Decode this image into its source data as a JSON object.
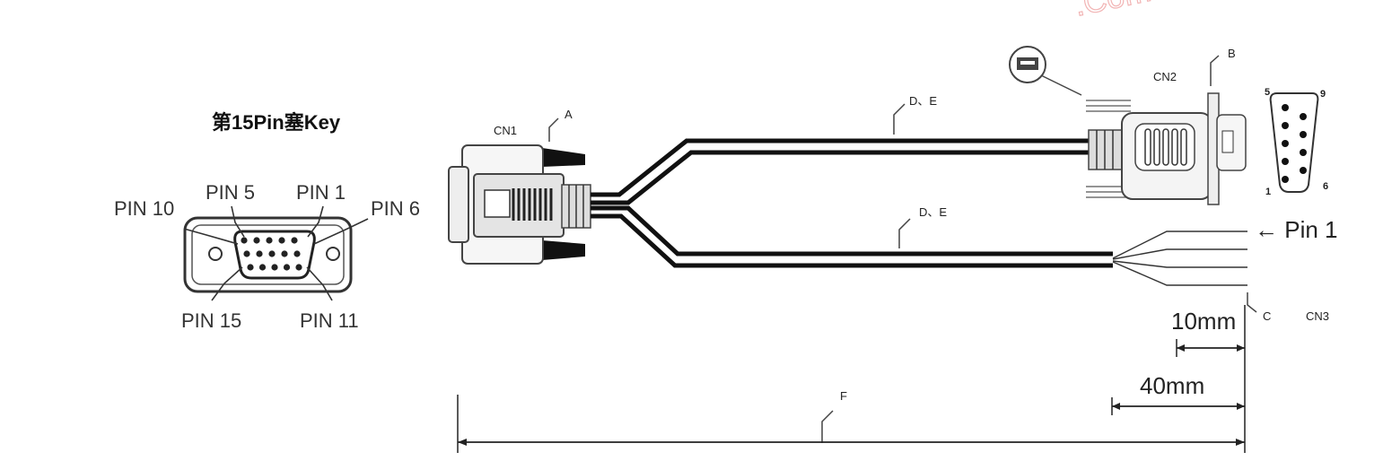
{
  "watermark": ".Com",
  "left_connector": {
    "title": "第15Pin塞Key",
    "pins": {
      "pin10": "PIN 10",
      "pin5": "PIN 5",
      "pin1": "PIN 1",
      "pin6": "PIN 6",
      "pin15": "PIN 15",
      "pin11": "PIN 11"
    }
  },
  "labels": {
    "cn1": "CN1",
    "a": "A",
    "cn2": "CN2",
    "b": "B",
    "de_top": "D、E",
    "de_bottom": "D、E",
    "pin_1": "← Pin 1",
    "c": "C",
    "cn3": "CN3",
    "f": "F"
  },
  "db9_pins": {
    "p5": "5",
    "p9": "9",
    "p1": "1",
    "p6": "6"
  },
  "dimensions": {
    "d10": "10mm",
    "d40": "40mm"
  }
}
